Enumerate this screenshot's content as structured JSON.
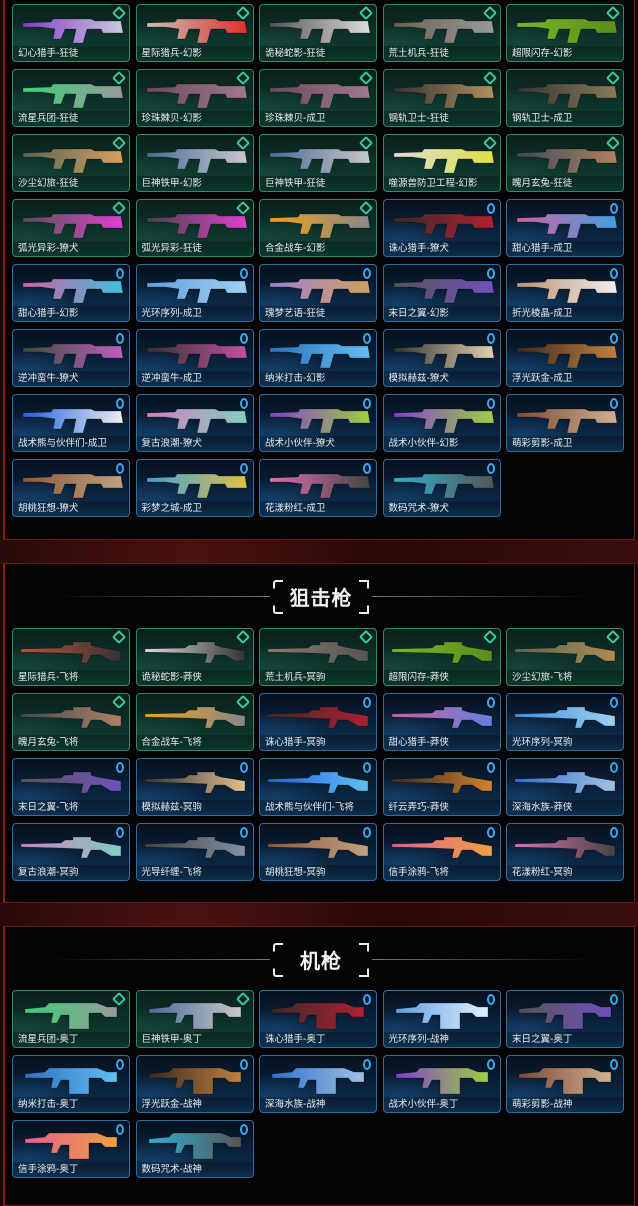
{
  "sections": [
    {
      "id": "rifles",
      "title": "",
      "items": [
        {
          "name": "幻心猎手-狂徒",
          "tier": "green",
          "colors": [
            "#8a3cc9",
            "#c8c8e0"
          ]
        },
        {
          "name": "星际猎兵-幻影",
          "tier": "green",
          "colors": [
            "#c8c0b8",
            "#e0302a"
          ]
        },
        {
          "name": "诡秘蛇影-狂徒",
          "tier": "green",
          "colors": [
            "#555555",
            "#dddddd"
          ]
        },
        {
          "name": "荒土机兵-狂徒",
          "tier": "green",
          "colors": [
            "#6b6152",
            "#999999"
          ]
        },
        {
          "name": "超限闪存-幻影",
          "tier": "green",
          "colors": [
            "#7ab52a",
            "#5a8f1a"
          ]
        },
        {
          "name": "流星兵团-狂徒",
          "tier": "green",
          "colors": [
            "#3ad07a",
            "#999999"
          ]
        },
        {
          "name": "珍珠棘贝-幻影",
          "tier": "green",
          "colors": [
            "#6a4a5a",
            "#a07890"
          ]
        },
        {
          "name": "珍珠棘贝-成卫",
          "tier": "green",
          "colors": [
            "#6a4a5a",
            "#a07890"
          ]
        },
        {
          "name": "钢轨卫士-狂徒",
          "tier": "green",
          "colors": [
            "#333333",
            "#b09060"
          ]
        },
        {
          "name": "钢轨卫士-成卫",
          "tier": "green",
          "colors": [
            "#333333",
            "#8a7a5a"
          ]
        },
        {
          "name": "沙尘幻旅-狂徒",
          "tier": "green",
          "colors": [
            "#556655",
            "#d8a060"
          ]
        },
        {
          "name": "巨神铁甲-幻影",
          "tier": "green",
          "colors": [
            "#4a6a9a",
            "#c8c8c8"
          ]
        },
        {
          "name": "巨神铁甲-狂徒",
          "tier": "green",
          "colors": [
            "#4a6a9a",
            "#c8c8c8"
          ]
        },
        {
          "name": "噬源兽防卫工程-幻影",
          "tier": "green",
          "colors": [
            "#dddddd",
            "#e0e040"
          ]
        },
        {
          "name": "魄月玄兔-狂徒",
          "tier": "green",
          "colors": [
            "#3a4a5a",
            "#b08060"
          ]
        },
        {
          "name": "弧光异彩-獠犬",
          "tier": "green",
          "colors": [
            "#555555",
            "#e040d0"
          ]
        },
        {
          "name": "弧光异彩-狂徒",
          "tier": "green",
          "colors": [
            "#444444",
            "#e040d0"
          ]
        },
        {
          "name": "合金战车-幻影",
          "tier": "green",
          "colors": [
            "#f0a020",
            "#888888"
          ]
        },
        {
          "name": "诛心猎手-獠犬",
          "tier": "blue",
          "colors": [
            "#3a2a2a",
            "#b02030"
          ]
        },
        {
          "name": "甜心猎手-成卫",
          "tier": "blue",
          "colors": [
            "#d060a0",
            "#40a0e0"
          ]
        },
        {
          "name": "甜心猎手-幻影",
          "tier": "blue",
          "colors": [
            "#d060a0",
            "#40c0e0"
          ]
        },
        {
          "name": "光环序列-成卫",
          "tier": "blue",
          "colors": [
            "#60a0e0",
            "#a0d0f0"
          ]
        },
        {
          "name": "瑰梦艺语-狂徒",
          "tier": "blue",
          "colors": [
            "#a080d0",
            "#d0a060"
          ]
        },
        {
          "name": "末日之翼-幻影",
          "tier": "blue",
          "colors": [
            "#555555",
            "#7050c0"
          ]
        },
        {
          "name": "折光棱晶-成卫",
          "tier": "blue",
          "colors": [
            "#c09070",
            "#eeeeee"
          ]
        },
        {
          "name": "逆冲蛮牛-獠犬",
          "tier": "blue",
          "colors": [
            "#3a4a3a",
            "#c060c0"
          ]
        },
        {
          "name": "逆冲蛮牛-成卫",
          "tier": "blue",
          "colors": [
            "#333333",
            "#c050a0"
          ]
        },
        {
          "name": "纳米打击-幻影",
          "tier": "blue",
          "colors": [
            "#3070c0",
            "#60c0f0"
          ]
        },
        {
          "name": "模拟赫兹-獠犬",
          "tier": "blue",
          "colors": [
            "#333333",
            "#e0d0b0"
          ]
        },
        {
          "name": "浮光跃金-成卫",
          "tier": "blue",
          "colors": [
            "#3a2a20",
            "#c08040"
          ]
        },
        {
          "name": "战术熊与伙伴们-成卫",
          "tier": "blue",
          "colors": [
            "#2060e0",
            "#eeeeee"
          ]
        },
        {
          "name": "复古浪潮-獠犬",
          "tier": "blue",
          "colors": [
            "#d080c0",
            "#80d0c0"
          ]
        },
        {
          "name": "战术小伙伴-獠犬",
          "tier": "blue",
          "colors": [
            "#8040d0",
            "#a0d040"
          ]
        },
        {
          "name": "战术小伙伴-幻影",
          "tier": "blue",
          "colors": [
            "#8040d0",
            "#a0d040"
          ]
        },
        {
          "name": "萌彩剪影-成卫",
          "tier": "blue",
          "colors": [
            "#7a4a3a",
            "#d0b090"
          ]
        },
        {
          "name": "胡桃狂想-獠犬",
          "tier": "blue",
          "colors": [
            "#8a5a3a",
            "#c0a080"
          ]
        },
        {
          "name": "彩梦之城-成卫",
          "tier": "blue",
          "colors": [
            "#40a0e0",
            "#e0c040"
          ]
        },
        {
          "name": "花漾粉红-成卫",
          "tier": "blue",
          "colors": [
            "#e070b0",
            "#444444"
          ]
        },
        {
          "name": "数码咒术-獠犬",
          "tier": "blue",
          "colors": [
            "#30b0d0",
            "#555555"
          ]
        }
      ]
    },
    {
      "id": "sniper",
      "title": "狙击枪",
      "items": [
        {
          "name": "星际猎兵-飞将",
          "tier": "green",
          "colors": [
            "#c05040",
            "#333333"
          ]
        },
        {
          "name": "诡秘蛇影-莽侠",
          "tier": "green",
          "colors": [
            "#dddddd",
            "#333333"
          ]
        },
        {
          "name": "荒土机兵-冥驹",
          "tier": "green",
          "colors": [
            "#8a7a6a",
            "#555555"
          ]
        },
        {
          "name": "超限闪存-莽侠",
          "tier": "green",
          "colors": [
            "#7ab52a",
            "#5a8f1a"
          ]
        },
        {
          "name": "沙尘幻旅-飞将",
          "tier": "green",
          "colors": [
            "#556655",
            "#b08a50"
          ]
        },
        {
          "name": "魄月玄兔-飞将",
          "tier": "green",
          "colors": [
            "#3a4a5a",
            "#b08060"
          ]
        },
        {
          "name": "合金战车-飞将",
          "tier": "green",
          "colors": [
            "#f0a020",
            "#888888"
          ]
        },
        {
          "name": "诛心猎手-冥驹",
          "tier": "blue",
          "colors": [
            "#3a2a2a",
            "#b02030"
          ]
        },
        {
          "name": "甜心猎手-莽侠",
          "tier": "blue",
          "colors": [
            "#d060a0",
            "#6080e0"
          ]
        },
        {
          "name": "光环序列-冥驹",
          "tier": "blue",
          "colors": [
            "#4090e0",
            "#a0d0f0"
          ]
        },
        {
          "name": "末日之翼-飞将",
          "tier": "blue",
          "colors": [
            "#555555",
            "#7050c0"
          ]
        },
        {
          "name": "模拟赫兹-冥驹",
          "tier": "blue",
          "colors": [
            "#333333",
            "#e0c090"
          ]
        },
        {
          "name": "战术熊与伙伴们-飞将",
          "tier": "blue",
          "colors": [
            "#2060e0",
            "#60c0f0"
          ]
        },
        {
          "name": "纤云弄巧-莽侠",
          "tier": "blue",
          "colors": [
            "#3a2a20",
            "#d08030"
          ]
        },
        {
          "name": "深海水族-莽侠",
          "tier": "blue",
          "colors": [
            "#3070d0",
            "#a0c0e0"
          ]
        },
        {
          "name": "复古浪潮-冥驹",
          "tier": "blue",
          "colors": [
            "#d080c0",
            "#80d0c0"
          ]
        },
        {
          "name": "光导纤缠-飞将",
          "tier": "blue",
          "colors": [
            "#444444",
            "#8090a0"
          ]
        },
        {
          "name": "胡桃狂想-冥驹",
          "tier": "blue",
          "colors": [
            "#8a5a3a",
            "#c0a080"
          ]
        },
        {
          "name": "信手涂鸦-飞将",
          "tier": "blue",
          "colors": [
            "#e06090",
            "#f0a040"
          ]
        },
        {
          "name": "花漾粉红-冥驹",
          "tier": "blue",
          "colors": [
            "#e070b0",
            "#444444"
          ]
        }
      ]
    },
    {
      "id": "mg",
      "title": "机枪",
      "items": [
        {
          "name": "流星兵团-奥丁",
          "tier": "green",
          "colors": [
            "#3ad07a",
            "#999999"
          ]
        },
        {
          "name": "巨神铁甲-奥丁",
          "tier": "green",
          "colors": [
            "#4a6a9a",
            "#c8c8c8"
          ]
        },
        {
          "name": "诛心猎手-奥丁",
          "tier": "blue",
          "colors": [
            "#3a2a2a",
            "#b02030"
          ]
        },
        {
          "name": "光环序列-战神",
          "tier": "blue",
          "colors": [
            "#60a0e0",
            "#e0f0ff"
          ]
        },
        {
          "name": "末日之翼-奥丁",
          "tier": "blue",
          "colors": [
            "#555555",
            "#7050c0"
          ]
        },
        {
          "name": "纳米打击-奥丁",
          "tier": "blue",
          "colors": [
            "#3070c0",
            "#60c0f0"
          ]
        },
        {
          "name": "浮光跃金-战神",
          "tier": "blue",
          "colors": [
            "#3a2a20",
            "#c08040"
          ]
        },
        {
          "name": "深海水族-战神",
          "tier": "blue",
          "colors": [
            "#3070d0",
            "#a0c0e0"
          ]
        },
        {
          "name": "战术小伙伴-奥丁",
          "tier": "blue",
          "colors": [
            "#8040d0",
            "#a0d040"
          ]
        },
        {
          "name": "萌彩剪影-战神",
          "tier": "blue",
          "colors": [
            "#7a4a3a",
            "#d0b090"
          ]
        },
        {
          "name": "信手涂鸦-奥丁",
          "tier": "blue",
          "colors": [
            "#e06090",
            "#f0a040"
          ]
        },
        {
          "name": "数码咒术-战神",
          "tier": "blue",
          "colors": [
            "#30b0d0",
            "#555555"
          ]
        }
      ]
    }
  ]
}
